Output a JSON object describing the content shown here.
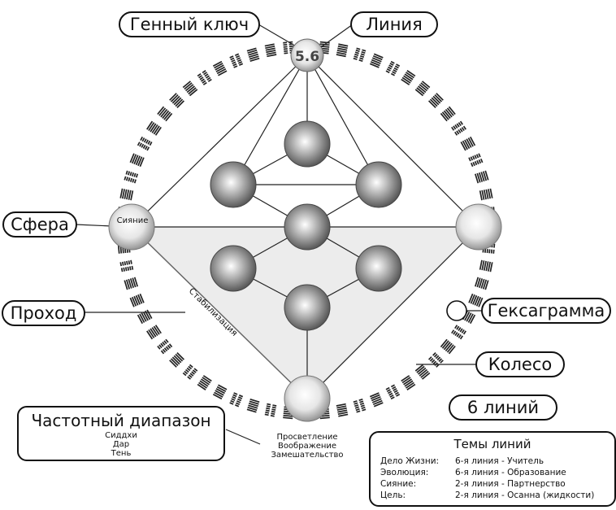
{
  "labels": {
    "gene_key": "Генный ключ",
    "line": "Линия",
    "sphere": "Сфера",
    "pathway": "Проход",
    "hexagram": "Гексаграмма",
    "wheel": "Колесо",
    "six_lines": "6 линий"
  },
  "top_sphere_value": "5.6",
  "sphere_name": "Сияние",
  "pathway_name": "Стабилизация",
  "bottom_sphere_terms": [
    "Просветление",
    "Воображение",
    "Замешательство"
  ],
  "frequency_band": {
    "title": "Частотный диапазон",
    "items": [
      "Сиддхи",
      "Дар",
      "Тень"
    ]
  },
  "line_themes": {
    "title": "Темы линий",
    "rows": [
      {
        "key": "Дело Жизни:",
        "value": "6-я линия - Учитель"
      },
      {
        "key": "Эволюция:",
        "value": "6-я линия - Образование"
      },
      {
        "key": "Сияние:",
        "value": "2-я линия - Партнерство"
      },
      {
        "key": "Цель:",
        "value": "2-я линия - Осанна (жидкости)"
      }
    ]
  },
  "colors": {
    "ink": "#111111",
    "sphere_light": "#ffffff",
    "sphere_mid": "#c8c8c8",
    "sphere_dark": "#5a5a5a"
  }
}
